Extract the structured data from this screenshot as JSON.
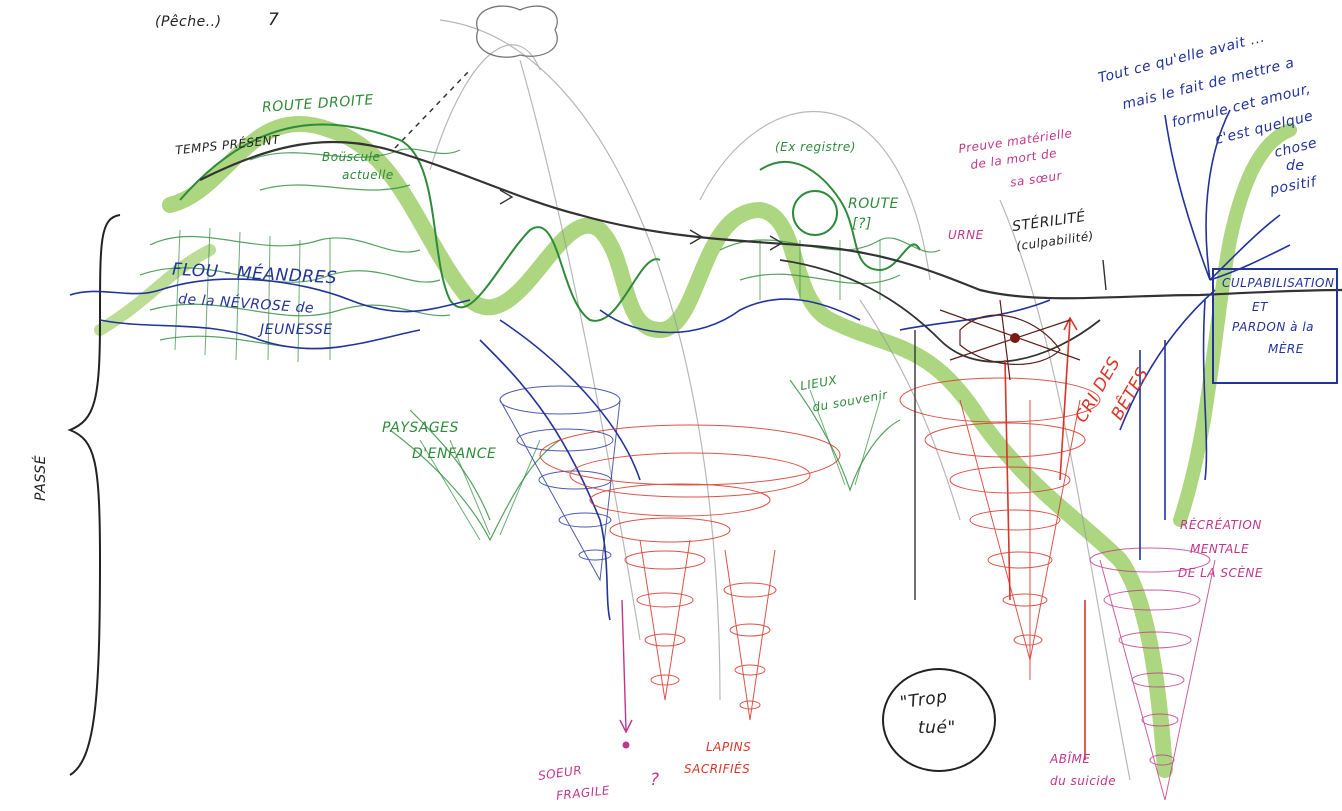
{
  "colors": {
    "black": "#222222",
    "green": "#2e8b3a",
    "green_wide": "#9fcf6a",
    "blue": "#22339a",
    "red": "#d8352a",
    "magenta": "#c2358a",
    "grey": "#9a9a9a"
  },
  "labels": {
    "top_note": "(Pêche..)",
    "top_mark": "7",
    "route_droite": "ROUTE DROITE",
    "temps_present": "TEMPS PRÉSENT",
    "bouscule_1": "Boüscule",
    "bouscule_2": "actuelle",
    "flou_1": "FLOU - MÉANDRES",
    "flou_2": "de la NÉVROSE de",
    "flou_3": "JEUNESSE",
    "passe": "PASSÉ",
    "paysages_1": "PAYSAGES",
    "paysages_2": "D'ENFANCE",
    "ex_registre": "(Ex registre)",
    "route_2": "ROUTE",
    "route_2b": "[?]",
    "lieux_1": "LIEUX",
    "lieux_2": "du souvenir",
    "preuve_1": "Preuve matérielle",
    "preuve_2": "de la mort de",
    "preuve_3": "sa sœur",
    "urne": "URNE",
    "sterilite_1": "STÉRILITÉ",
    "sterilite_2": "(culpabilité)",
    "cri_1": "CRI DES",
    "cri_2": "BÊTES",
    "tout_1": "Tout ce qu'elle avait ...",
    "tout_2": "mais le fait de mettre a",
    "tout_3": "formule cet amour,",
    "tout_4": "c'est quelque",
    "tout_5": "chose",
    "tout_6": "de",
    "tout_7": "positif",
    "culpa_1": "CULPABILISATION",
    "culpa_2": "ET",
    "culpa_3": "PARDON à la",
    "culpa_4": "MÈRE",
    "recreation_1": "RÉCRÉATION",
    "recreation_2": "MENTALE",
    "recreation_3": "DE LA SCÈNE",
    "trop_1": "\"Trop",
    "trop_2": "tué\"",
    "lapins_1": "LAPINS",
    "lapins_2": "SACRIFIÉS",
    "soeur_1": "SOEUR",
    "soeur_2": "FRAGILE",
    "abime_1": "ABÎME",
    "abime_2": "du suicide",
    "question": "?"
  }
}
